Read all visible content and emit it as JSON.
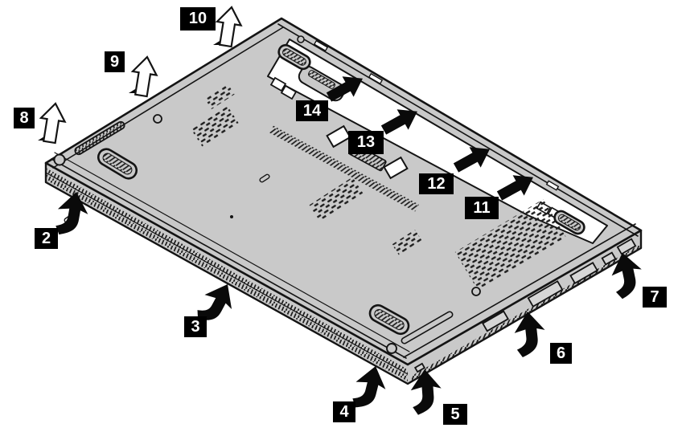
{
  "diagram": {
    "type": "hardware-service-illustration",
    "subject": "Laptop bottom view with numbered base-cover removal callouts",
    "colors": {
      "background": "#ffffff",
      "cover_gray": "#c9c9c9",
      "outline": "#141414",
      "battery_bay": "#ffffff",
      "callout_bg": "#000000",
      "callout_text": "#ffffff"
    },
    "callouts": [
      {
        "label": "2",
        "arrow": "bent-up-arrow-icon"
      },
      {
        "label": "3",
        "arrow": "bent-up-arrow-icon"
      },
      {
        "label": "4",
        "arrow": "bent-up-arrow-icon"
      },
      {
        "label": "5",
        "arrow": "bent-up-arrow-icon"
      },
      {
        "label": "6",
        "arrow": "bent-up-arrow-icon"
      },
      {
        "label": "7",
        "arrow": "bent-up-arrow-icon"
      },
      {
        "label": "8",
        "arrow": "hollow-lift-arrow-icon"
      },
      {
        "label": "9",
        "arrow": "hollow-lift-arrow-icon"
      },
      {
        "label": "10",
        "arrow": "hollow-lift-arrow-icon"
      },
      {
        "label": "11",
        "arrow": "solid-slide-arrow-icon"
      },
      {
        "label": "12",
        "arrow": "solid-slide-arrow-icon"
      },
      {
        "label": "13",
        "arrow": "solid-slide-arrow-icon"
      },
      {
        "label": "14",
        "arrow": "solid-slide-arrow-icon"
      }
    ]
  }
}
